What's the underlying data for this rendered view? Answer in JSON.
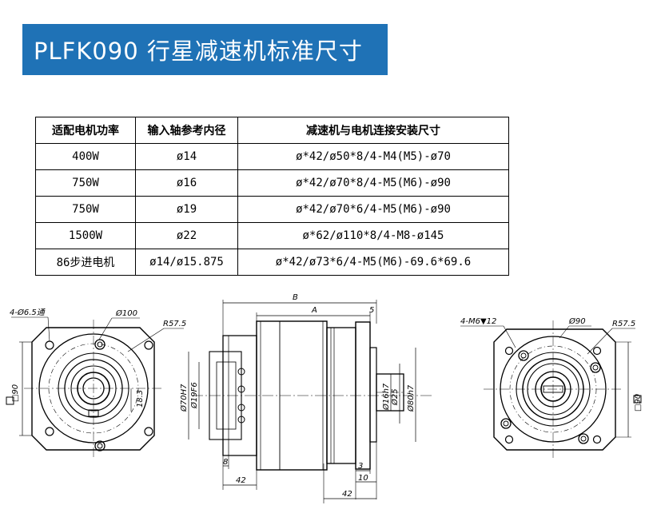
{
  "title": "PLFK090 行星减速机标准尺寸",
  "table": {
    "headers": [
      "适配电机功率",
      "输入轴参考内径",
      "减速机与电机连接安装尺寸"
    ],
    "rows": [
      [
        "400W",
        "ø14",
        "ø*42/ø50*8/4-M4(M5)-ø70"
      ],
      [
        "750W",
        "ø16",
        "ø*42/ø70*8/4-M5(M6)-ø90"
      ],
      [
        "750W",
        "ø19",
        "ø*42/ø70*6/4-M5(M6)-ø90"
      ],
      [
        "1500W",
        "ø22",
        "ø*62/ø110*8/4-M8-ø145"
      ],
      [
        "86步进电机",
        "ø14/ø15.875",
        "ø*42/ø73*6/4-M5(M6)-69.6*69.6"
      ]
    ]
  },
  "drawing": {
    "left_view": {
      "hole_label": "4-Ø6.5通",
      "pcd_label": "Ø100",
      "radius_label": "R57.5",
      "square_label": "□90",
      "key_label": "18.3"
    },
    "side_view": {
      "dim_b": "B",
      "dim_a": "A",
      "dim_5": "5",
      "dim_70h7": "Ø70H7",
      "dim_19f6": "Ø19F6",
      "dim_16h": "Ø16h7",
      "dim_25": "Ø25",
      "dim_80h7": "Ø80h7",
      "dim_8": "8",
      "dim_42_left": "42",
      "dim_3": "3",
      "dim_10": "10",
      "dim_42_bottom": "42"
    },
    "right_view": {
      "hole_label": "4-M6▼12",
      "pcd_label": "Ø90",
      "radius_label": "R57.5",
      "square_label": "□90"
    }
  }
}
